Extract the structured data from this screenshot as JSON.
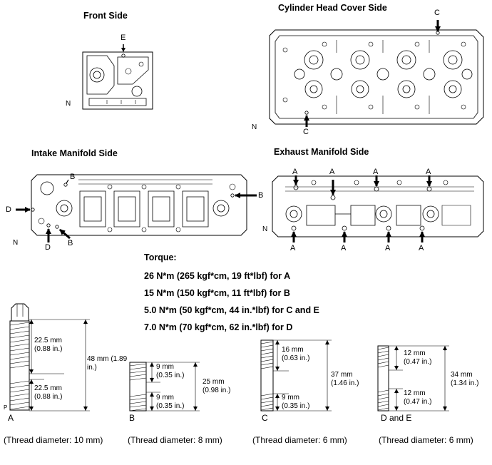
{
  "views": {
    "front": {
      "title": "Front Side",
      "mark": "E",
      "orientation": "N"
    },
    "cover": {
      "title": "Cylinder Head Cover Side",
      "mark_top": "C",
      "mark_bottom": "C",
      "orientation": "N"
    },
    "intake": {
      "title": "Intake Manifold Side",
      "mark_b_top": "B",
      "mark_b_right": "B",
      "mark_d_left": "D",
      "mark_d_bottom": "D",
      "mark_b_bottom": "B",
      "orientation": "N"
    },
    "exhaust": {
      "title": "Exhaust Manifold Side",
      "mark_a": "A",
      "orientation": "N"
    }
  },
  "torque": {
    "heading": "Torque:",
    "lines": [
      "26 N*m (265 kgf*cm, 19 ft*lbf) for A",
      "15 N*m (150 kgf*cm, 11 ft*lbf) for B",
      "5.0 N*m (50 kgf*cm, 44 in.*lbf) for C and E",
      "7.0 N*m (70 kgf*cm, 62 in.*lbf) for D"
    ]
  },
  "studs": [
    {
      "label": "A",
      "mark": "P",
      "upper_mm": "22.5 mm",
      "upper_in": "(0.88 in.)",
      "lower_mm": "22.5 mm",
      "lower_in": "(0.88 in.)",
      "total_mm": "48 mm (1.89",
      "total_in": "in.)",
      "thread": "(Thread diameter: 10 mm)"
    },
    {
      "label": "B",
      "upper_mm": "9 mm",
      "upper_in": "(0.35 in.)",
      "lower_mm": "9 mm",
      "lower_in": "(0.35 in.)",
      "total_mm": "25 mm",
      "total_in": "(0.98 in.)",
      "thread": "(Thread diameter: 8 mm)"
    },
    {
      "label": "C",
      "upper_mm": "16 mm",
      "upper_in": "(0.63 in.)",
      "lower_mm": "9 mm",
      "lower_in": "(0.35 in.)",
      "total_mm": "37 mm",
      "total_in": "(1.46 in.)",
      "thread": "(Thread diameter: 6 mm)"
    },
    {
      "label": "D and E",
      "upper_mm": "12 mm",
      "upper_in": "(0.47 in.)",
      "lower_mm": "12 mm",
      "lower_in": "(0.47 in.)",
      "total_mm": "34 mm",
      "total_in": "(1.34 in.)",
      "thread": "(Thread diameter: 6 mm)"
    }
  ]
}
